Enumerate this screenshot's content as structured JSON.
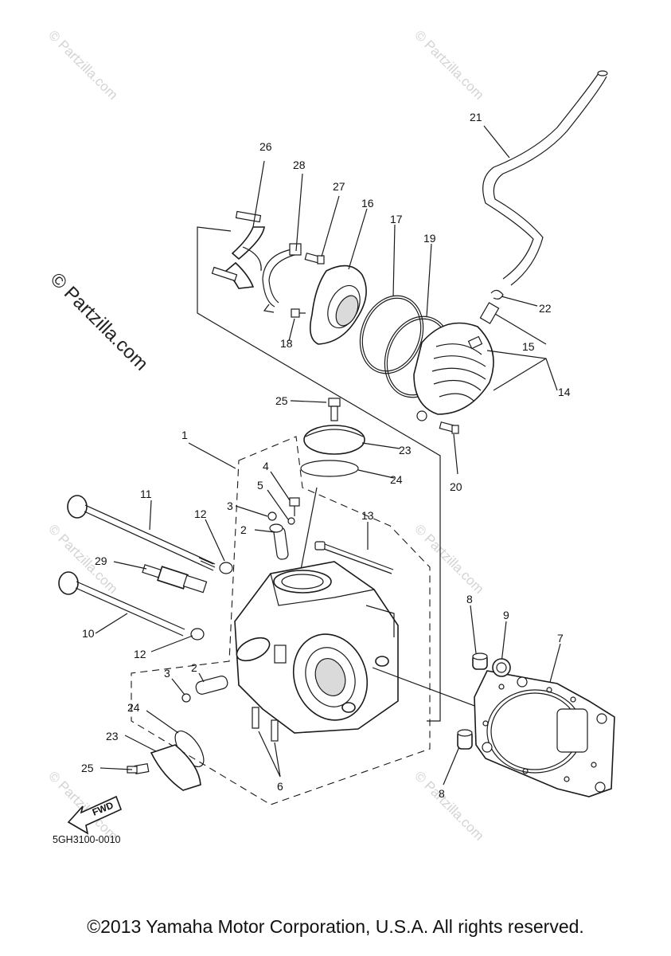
{
  "diagram": {
    "part_code": "5GH3100-0010",
    "fwd_label": "FWD",
    "watermark": "© Partzilla.com",
    "copyright": "©2013 Yamaha Motor Corporation, U.S.A. All rights reserved.",
    "callouts": [
      "1",
      "2",
      "2",
      "3",
      "3",
      "4",
      "5",
      "6",
      "7",
      "8",
      "8",
      "9",
      "10",
      "11",
      "12",
      "12",
      "13",
      "14",
      "15",
      "16",
      "17",
      "18",
      "19",
      "20",
      "21",
      "22",
      "23",
      "23",
      "24",
      "24",
      "25",
      "25",
      "26",
      "27",
      "28",
      "29"
    ]
  }
}
